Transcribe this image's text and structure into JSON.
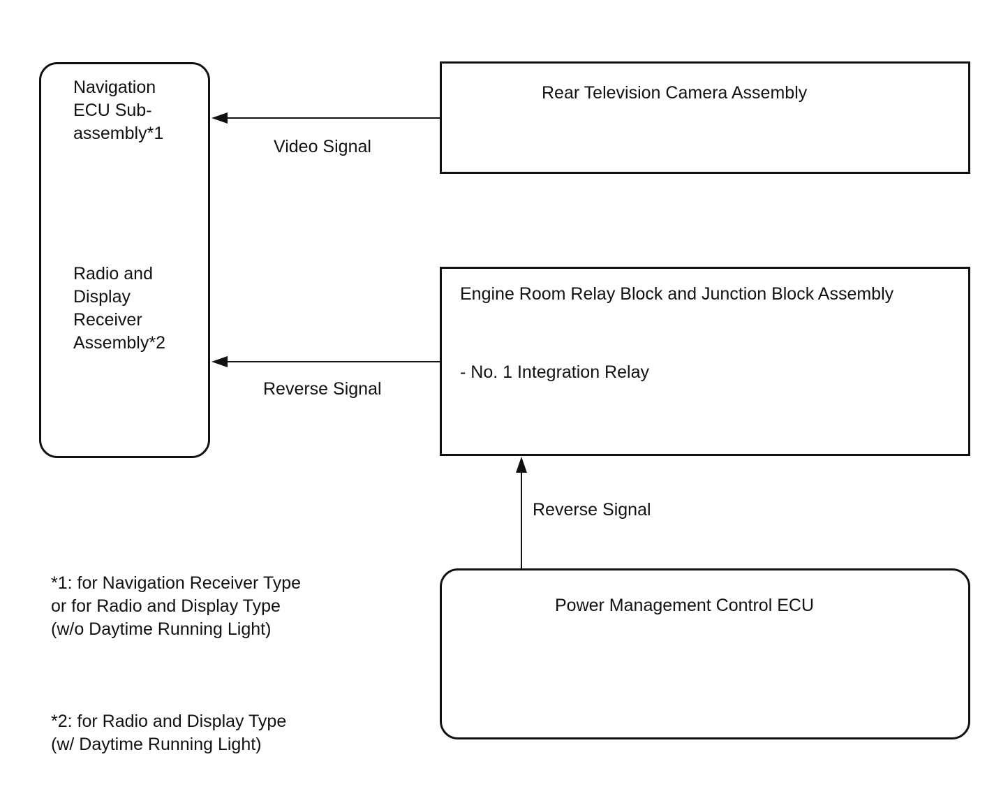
{
  "blocks": {
    "navigation_ecu": "Navigation\nECU Sub-\nassembly*1",
    "radio_display_receiver": "Radio and\nDisplay\nReceiver\nAssembly*2",
    "rear_camera": "Rear Television Camera Assembly",
    "engine_room_relay_block": "Engine Room Relay Block and Junction Block Assembly",
    "integration_relay": "- No. 1 Integration Relay",
    "power_management_ecu": "Power Management Control ECU"
  },
  "signals": {
    "video": "Video Signal",
    "reverse_to_receiver": "Reverse Signal",
    "reverse_to_relay": "Reverse Signal"
  },
  "notes": {
    "note1": "*1: for Navigation Receiver Type\nor for Radio and Display Type\n(w/o Daytime Running Light)",
    "note2": "*2: for Radio and Display Type\n(w/ Daytime Running Light)"
  }
}
